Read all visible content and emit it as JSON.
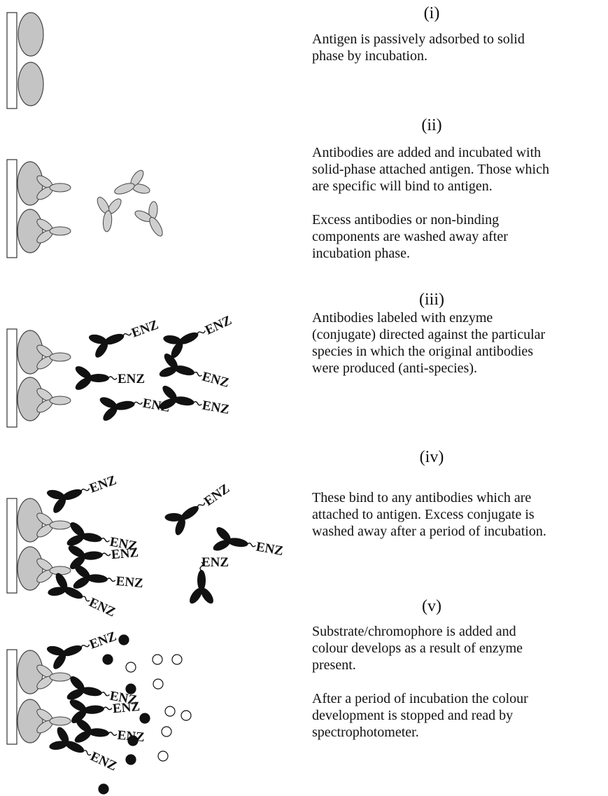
{
  "enzyme_label": "ENZ",
  "colors": {
    "antigen": "#c4c4c4",
    "antibody": "#cfcfcf",
    "conjugate": "#111111",
    "solid_phase": "#ffffff"
  },
  "steps": [
    {
      "number": "(i)",
      "paragraphs": [
        "Antigen is passively adsorbed to solid\nphase by incubation."
      ]
    },
    {
      "number": "(ii)",
      "paragraphs": [
        "Antibodies are added and incubated with\nsolid-phase attached antigen. Those which\nare specific will bind to antigen.",
        "Excess antibodies or non-binding\ncomponents are washed away after\nincubation phase."
      ]
    },
    {
      "number": "(iii)",
      "paragraphs": [
        "Antibodies labeled with enzyme\n(conjugate)  directed against the particular\nspecies in which the original antibodies\nwere produced (anti-species)."
      ]
    },
    {
      "number": "(iv)",
      "paragraphs": [
        "These bind to any antibodies which are\nattached to antigen. Excess conjugate is\nwashed away after a period of incubation."
      ]
    },
    {
      "number": "(v)",
      "paragraphs": [
        "Substrate/chromophore is added and\ncolour develops as a result of enzyme\npresent.",
        "After a period of incubation the colour\ndevelopment is stopped and read by\nspectrophotometer."
      ]
    }
  ]
}
